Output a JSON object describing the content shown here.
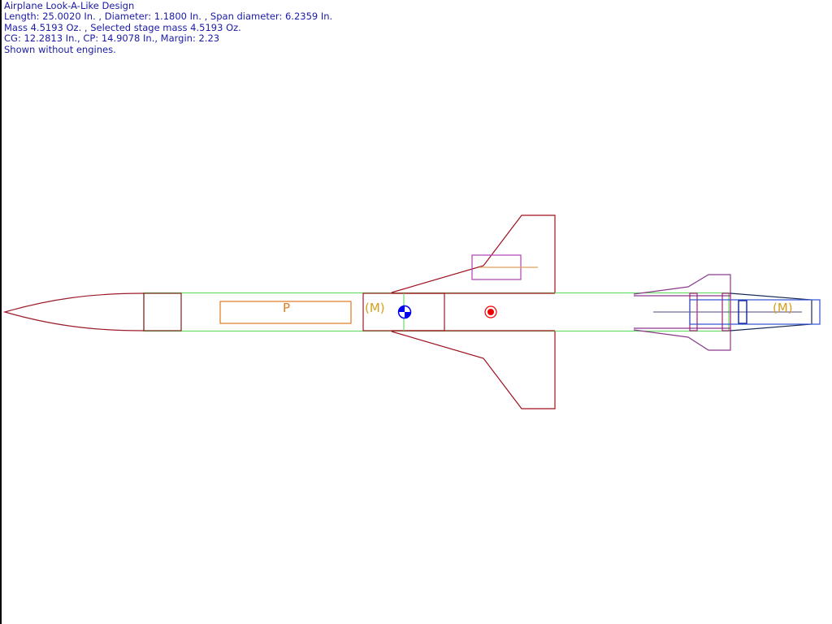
{
  "header": {
    "title": "Airplane Look-A-Like Design",
    "dimensions": "Length: 25.0020 In. , Diameter: 1.1800 In. , Span diameter: 6.2359 In.",
    "mass": "Mass 4.5193 Oz. , Selected stage mass 4.5193 Oz.",
    "stability": "CG: 12.2813 In., CP: 14.9078 In., Margin: 2.23",
    "note": "Shown without engines."
  },
  "diagram": {
    "parachute_label": "P",
    "mass_label_front": "(M)",
    "mass_label_rear": "(M)",
    "colors": {
      "text": "#1a1aa8",
      "nose": "#9b1c2a",
      "body_tube": "#66dd66",
      "fins": "#a0101e",
      "rear_fins": "#8b3a8b",
      "parachute": "#e07a20",
      "mass": "#d4a020",
      "cg": "#0000ee",
      "cp": "#ee0000"
    }
  }
}
